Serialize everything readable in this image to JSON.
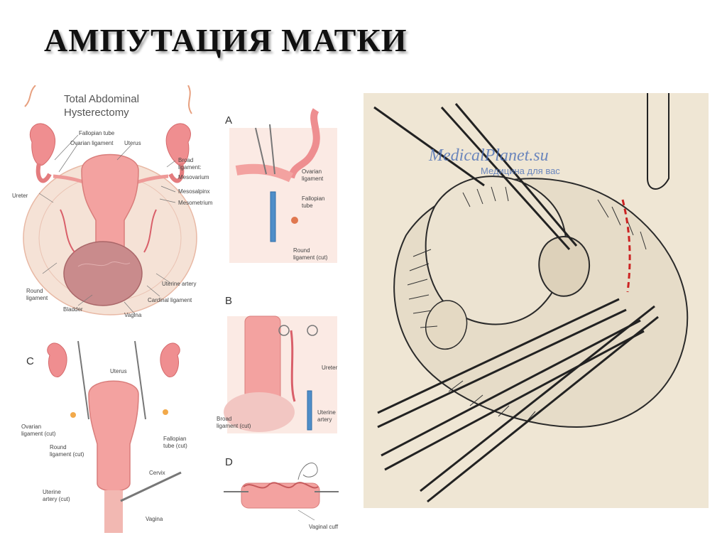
{
  "slide": {
    "title": "АМПУТАЦИЯ МАТКИ"
  },
  "left_figure": {
    "title_line1": "Total Abdominal",
    "title_line2": "Hysterectomy",
    "main_labels": {
      "fallopian_tube": "Fallopian tube",
      "ovarian_ligament": "Ovarian ligament",
      "uterus": "Uterus",
      "broad_ligament": "Broad",
      "broad_ligament_2": "ligament:",
      "mesovarium": "Mesovarium",
      "mesosalpinx": "Mesosalpinx",
      "mesometrium": "Mesometrium",
      "ureter": "Ureter",
      "round_ligament_1": "Round",
      "round_ligament_2": "ligament",
      "uterine_artery": "Uterine artery",
      "cardinal_ligament": "Cardinal ligament",
      "bladder": "Bladder",
      "vagina": "Vagina"
    },
    "panel_a": {
      "letter": "A",
      "ovarian_ligament_1": "Ovarian",
      "ovarian_ligament_2": "ligament",
      "fallopian_tube_1": "Fallopian",
      "fallopian_tube_2": "tube",
      "round_ligament_1": "Round",
      "round_ligament_2": "ligament (cut)"
    },
    "panel_b": {
      "letter": "B",
      "ureter": "Ureter",
      "broad_ligament_1": "Broad",
      "broad_ligament_2": "ligament (cut)",
      "uterine_artery_1": "Uterine",
      "uterine_artery_2": "artery"
    },
    "panel_c": {
      "letter": "C",
      "uterus": "Uterus",
      "ovarian_ligament_1": "Ovarian",
      "ovarian_ligament_2": "ligament (cut)",
      "round_ligament_1": "Round",
      "round_ligament_2": "ligament (cut)",
      "fallopian_tube_1": "Fallopian",
      "fallopian_tube_2": "tube (cut)",
      "cervix": "Cervix",
      "uterine_artery_1": "Uterine",
      "uterine_artery_2": "artery (cut)",
      "vagina": "Vagina"
    },
    "panel_d": {
      "letter": "D",
      "vaginal_cuff": "Vaginal cuff"
    }
  },
  "right_figure": {
    "watermark_line1": "MedicalPlanet.su",
    "watermark_line2": "Медицина для вас"
  }
}
